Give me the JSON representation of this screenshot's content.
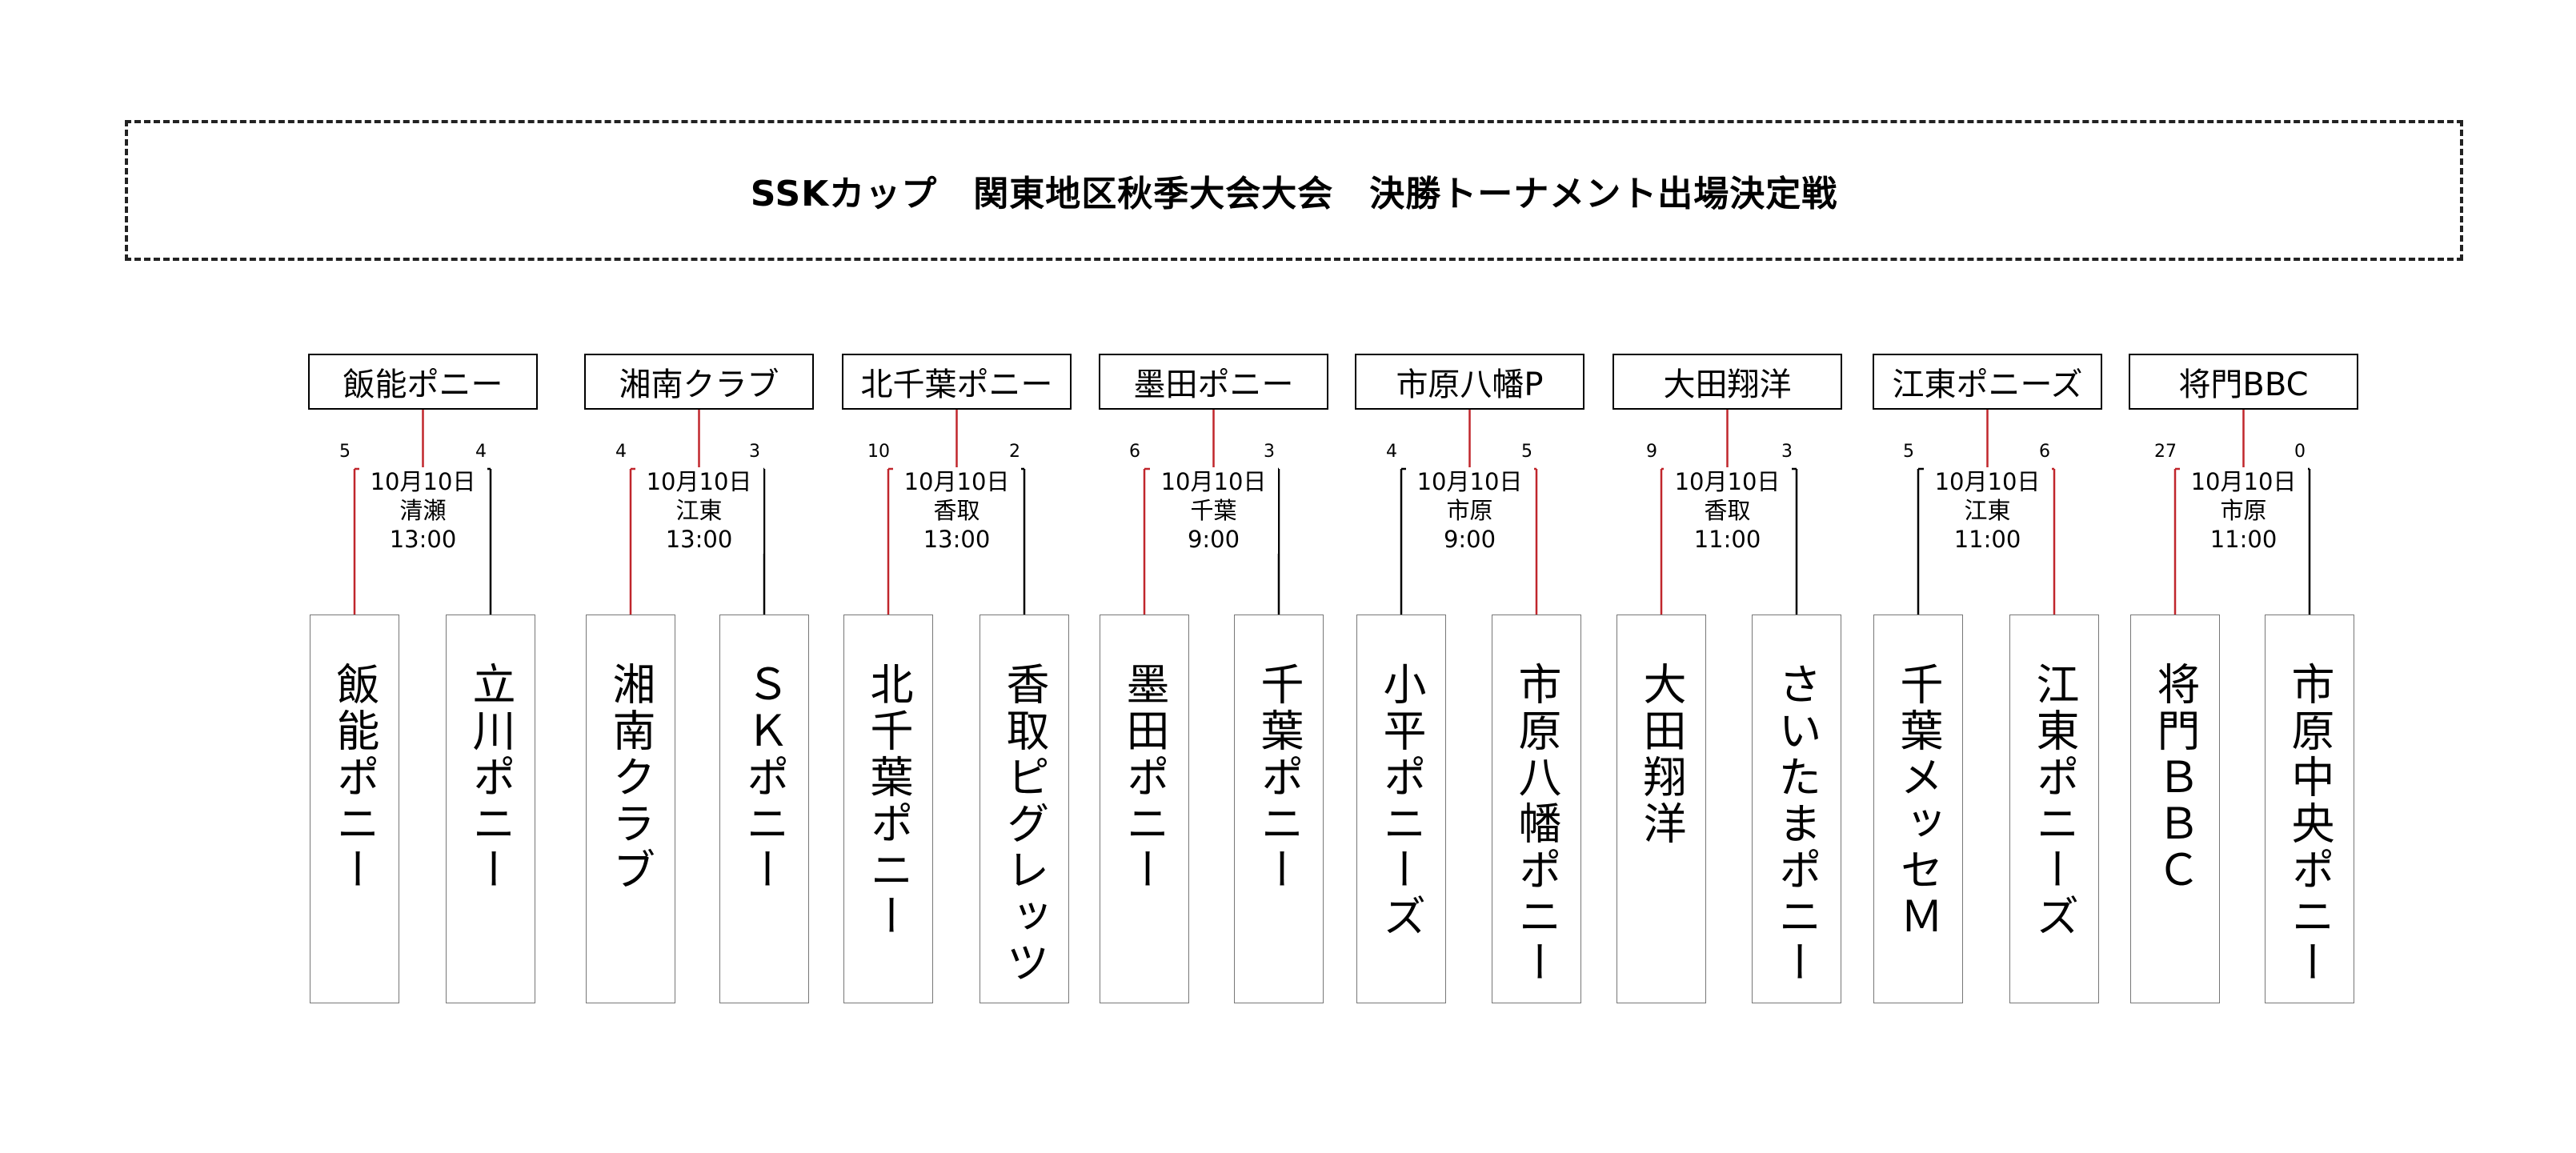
{
  "title": "SSKカップ　関東地区秋季大会大会　決勝トーナメント出場決定戦",
  "colors": {
    "winner_line": "#c0262c",
    "line": "#000000",
    "team_border": "#777777"
  },
  "matches": [
    {
      "winner": "飯能ポニー",
      "left_team": "飯能ポニー",
      "right_team": "立川ポニー",
      "left_score": "5",
      "right_score": "4",
      "date": "10月10日",
      "venue": "清瀬",
      "time": "13:00",
      "win_side": "left"
    },
    {
      "winner": "湘南クラブ",
      "left_team": "湘南クラブ",
      "right_team": "ＳＫポニー",
      "left_score": "4",
      "right_score": "3",
      "date": "10月10日",
      "venue": "江東",
      "time": "13:00",
      "win_side": "left"
    },
    {
      "winner": "北千葉ポニー",
      "left_team": "北千葉ポニー",
      "right_team": "香取ピグレッツ",
      "left_score": "10",
      "right_score": "2",
      "date": "10月10日",
      "venue": "香取",
      "time": "13:00",
      "win_side": "left"
    },
    {
      "winner": "墨田ポニー",
      "left_team": "墨田ポニー",
      "right_team": "千葉ポニー",
      "left_score": "6",
      "right_score": "3",
      "date": "10月10日",
      "venue": "千葉",
      "time": "9:00",
      "win_side": "left"
    },
    {
      "winner": "市原八幡P",
      "left_team": "小平ポニーズ",
      "right_team": "市原八幡ポニー",
      "left_score": "4",
      "right_score": "5",
      "date": "10月10日",
      "venue": "市原",
      "time": "9:00",
      "win_side": "right"
    },
    {
      "winner": "大田翔洋",
      "left_team": "大田翔洋",
      "right_team": "さいたまポニー",
      "left_score": "9",
      "right_score": "3",
      "date": "10月10日",
      "venue": "香取",
      "time": "11:00",
      "win_side": "left"
    },
    {
      "winner": "江東ポニーズ",
      "left_team": "千葉メッセＭ",
      "right_team": "江東ポニーズ",
      "left_score": "5",
      "right_score": "6",
      "date": "10月10日",
      "venue": "江東",
      "time": "11:00",
      "win_side": "right"
    },
    {
      "winner": "将門BBC",
      "left_team": "将門ＢＢＣ",
      "right_team": "市原中央ポニー",
      "left_score": "27",
      "right_score": "0",
      "date": "10月10日",
      "venue": "市原",
      "time": "11:00",
      "win_side": "left"
    }
  ]
}
